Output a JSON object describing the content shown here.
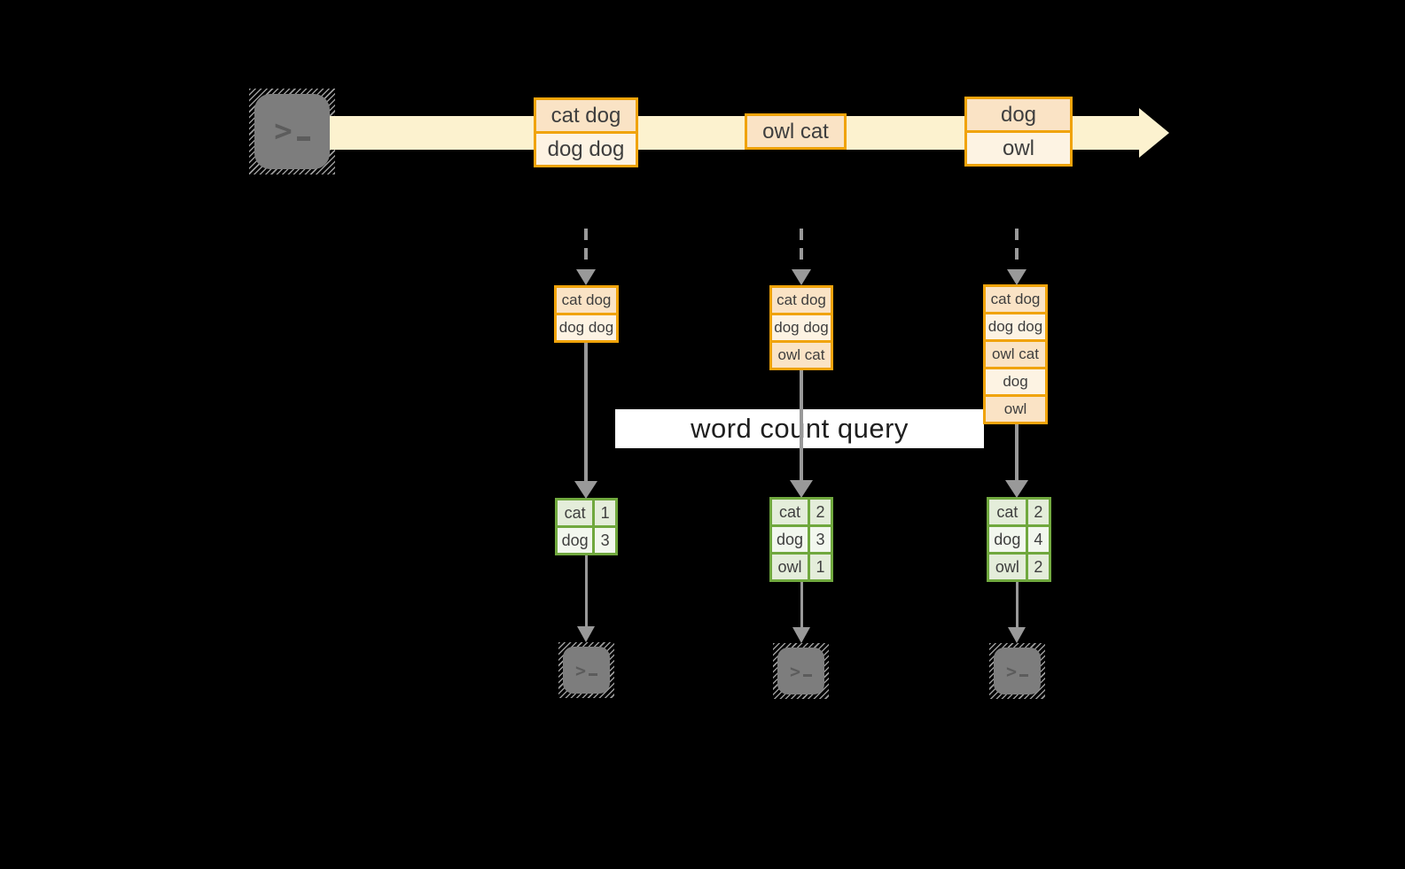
{
  "labels": {
    "query": "word count query",
    "prompt": ">"
  },
  "stream": {
    "messages": [
      {
        "lines": [
          "cat dog",
          "dog dog"
        ]
      },
      {
        "lines": [
          "owl cat"
        ]
      },
      {
        "lines": [
          "dog",
          "owl"
        ]
      }
    ]
  },
  "columns": [
    {
      "buffer": [
        "cat dog",
        "dog dog"
      ],
      "counts": {
        "rows": [
          [
            "cat",
            "1"
          ],
          [
            "dog",
            "3"
          ]
        ]
      }
    },
    {
      "buffer": [
        "cat dog",
        "dog dog",
        "owl cat"
      ],
      "counts": {
        "rows": [
          [
            "cat",
            "2"
          ],
          [
            "dog",
            "3"
          ],
          [
            "owl",
            "1"
          ]
        ]
      }
    },
    {
      "buffer": [
        "cat dog",
        "dog dog",
        "owl cat",
        "dog",
        "owl"
      ],
      "counts": {
        "rows": [
          [
            "cat",
            "2"
          ],
          [
            "dog",
            "4"
          ],
          [
            "owl",
            "2"
          ]
        ]
      }
    }
  ],
  "colors": {
    "amber_border": "#F0A30A",
    "peach_fill": "#FAE3C5",
    "cream_fill": "#FDF3E3",
    "stream_band": "#FCF2CF",
    "green_border": "#70A83E",
    "green_fill_dark": "#E4EDDA",
    "green_fill_light": "#F2F7EE",
    "arrow_gray": "#999999",
    "terminal_gray": "#7D7D7D",
    "background": "#000000"
  }
}
